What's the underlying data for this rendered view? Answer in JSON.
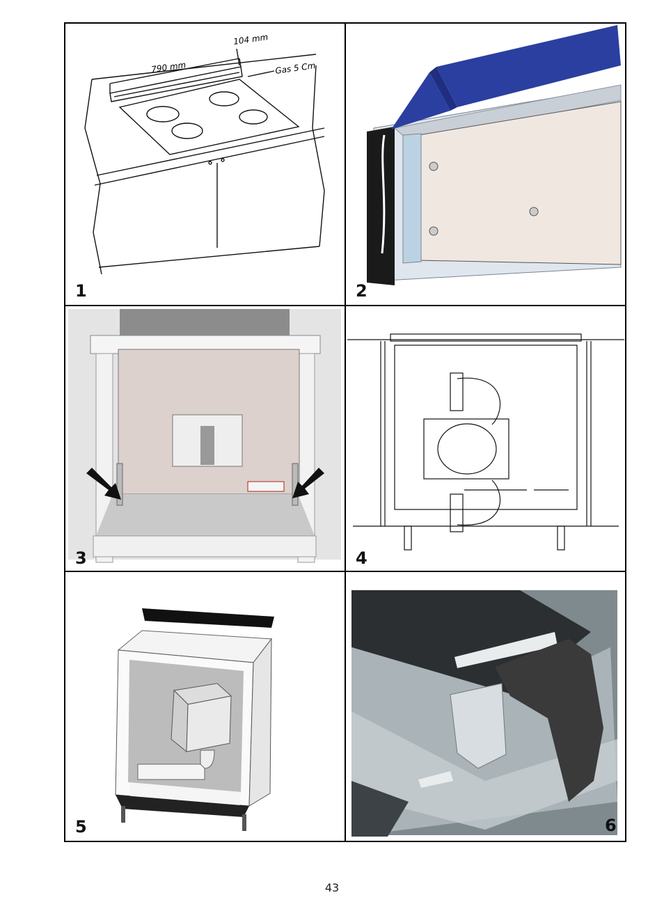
{
  "figures": [
    {
      "number": "1",
      "labels": {
        "depth": "104 mm",
        "width": "790 mm",
        "gap": "Gas 5 Cm"
      }
    },
    {
      "number": "2"
    },
    {
      "number": "3"
    },
    {
      "number": "4"
    },
    {
      "number": "5"
    },
    {
      "number": "6"
    }
  ],
  "page_number": "43"
}
